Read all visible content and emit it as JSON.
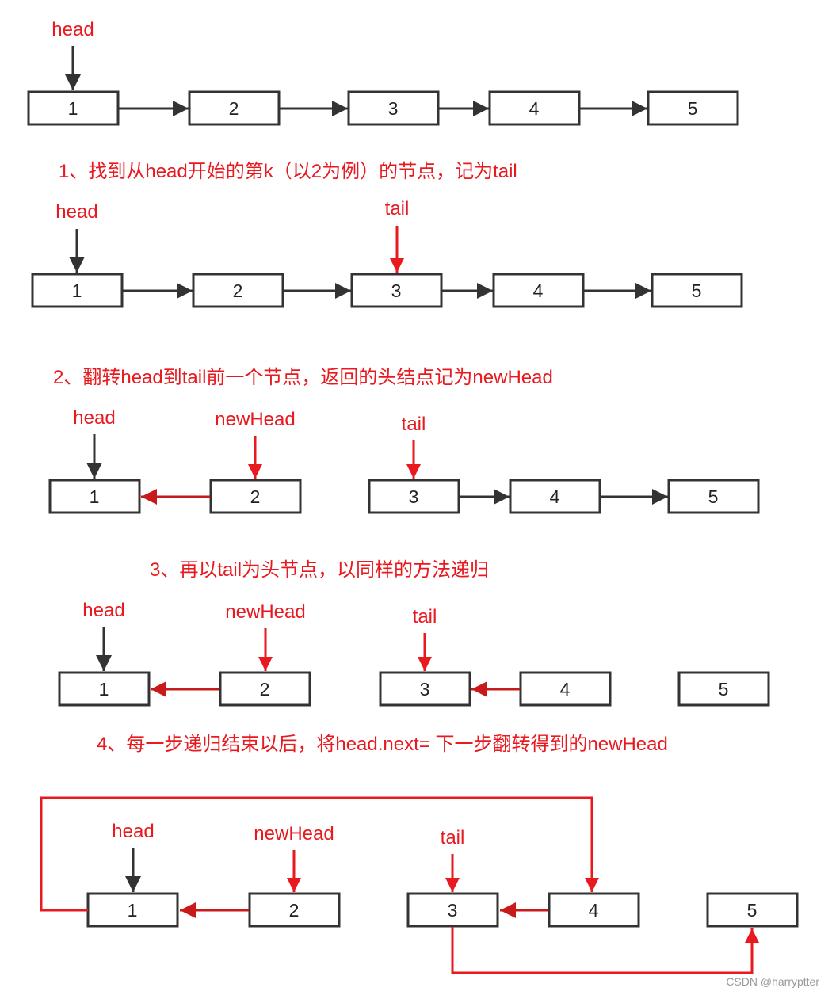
{
  "steps": [
    "1、找到从head开始的第k（以2为例）的节点，记为tail",
    "2、翻转head到tail前一个节点，返回的头结点记为newHead",
    "3、再以tail为头节点，以同样的方法递归",
    "4、每一步递归结束以后，将head.next=  下一步翻转得到的newHead"
  ],
  "pointers": {
    "head": "head",
    "tail": "tail",
    "newHead": "newHead"
  },
  "nodes": [
    "1",
    "2",
    "3",
    "4",
    "5"
  ],
  "watermark": "CSDN @harryptter",
  "colors": {
    "red": "#e8191f",
    "dark": "#333333",
    "redLine": "#c81a1a"
  }
}
